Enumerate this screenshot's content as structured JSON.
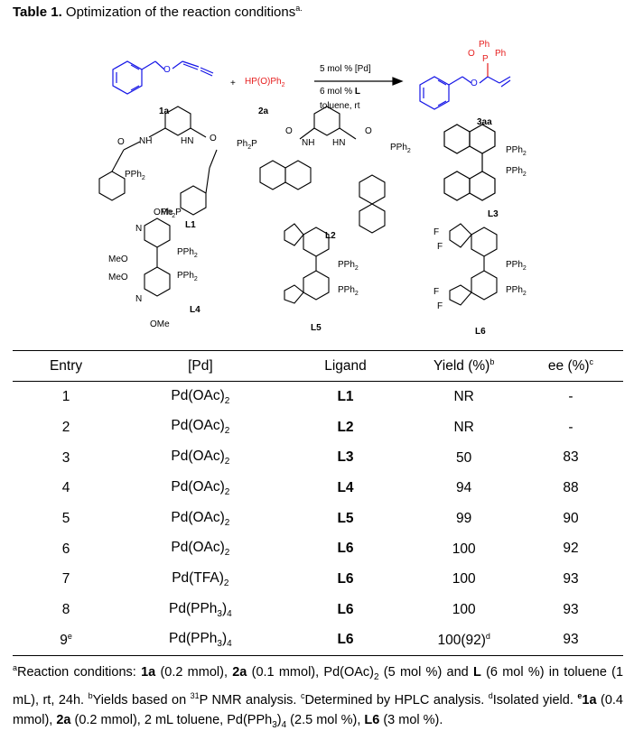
{
  "caption": {
    "label": "Table 1.",
    "text": " Optimization of the reaction conditions",
    "mark": "a."
  },
  "scheme": {
    "reactant1": "1a",
    "plus": "+",
    "reactant2": "HP(O)Ph",
    "reactant2_sub": "2",
    "reactant2_label": "2a",
    "cond1": "5 mol % [Pd]",
    "cond2_prefix": "6 mol % ",
    "cond2_bold": "L",
    "cond3": "toluene, rt",
    "product_label": "3aa",
    "ligands": [
      "L1",
      "L2",
      "L3",
      "L4",
      "L5",
      "L6"
    ]
  },
  "table": {
    "headers": [
      "Entry",
      "[Pd]",
      "Ligand",
      "Yield (%)",
      "ee (%)"
    ],
    "header_marks": [
      "",
      "",
      "",
      "b",
      "c"
    ],
    "rows": [
      {
        "entry": "1",
        "entry_sup": "",
        "pd": "Pd(OAc)",
        "pd_sub": "2",
        "ligand": "L1",
        "yield": "NR",
        "yield_sup": "",
        "ee": "-"
      },
      {
        "entry": "2",
        "entry_sup": "",
        "pd": "Pd(OAc)",
        "pd_sub": "2",
        "ligand": "L2",
        "yield": "NR",
        "yield_sup": "",
        "ee": "-"
      },
      {
        "entry": "3",
        "entry_sup": "",
        "pd": "Pd(OAc)",
        "pd_sub": "2",
        "ligand": "L3",
        "yield": "50",
        "yield_sup": "",
        "ee": "83"
      },
      {
        "entry": "4",
        "entry_sup": "",
        "pd": "Pd(OAc)",
        "pd_sub": "2",
        "ligand": "L4",
        "yield": "94",
        "yield_sup": "",
        "ee": "88"
      },
      {
        "entry": "5",
        "entry_sup": "",
        "pd": "Pd(OAc)",
        "pd_sub": "2",
        "ligand": "L5",
        "yield": "99",
        "yield_sup": "",
        "ee": "90"
      },
      {
        "entry": "6",
        "entry_sup": "",
        "pd": "Pd(OAc)",
        "pd_sub": "2",
        "ligand": "L6",
        "yield": "100",
        "yield_sup": "",
        "ee": "92"
      },
      {
        "entry": "7",
        "entry_sup": "",
        "pd": "Pd(TFA)",
        "pd_sub": "2",
        "ligand": "L6",
        "yield": "100",
        "yield_sup": "",
        "ee": "93"
      },
      {
        "entry": "8",
        "entry_sup": "",
        "pd": "Pd(PPh3)",
        "pd_sub": "4",
        "ligand": "L6",
        "yield": "100",
        "yield_sup": "",
        "ee": "93"
      },
      {
        "entry": "9",
        "entry_sup": "e",
        "pd": "Pd(PPh3)",
        "pd_sub": "4",
        "ligand": "L6",
        "yield": "100(92)",
        "yield_sup": "d",
        "ee": "93"
      }
    ]
  },
  "footnotes": {
    "a": "Reaction conditions: 1a (0.2 mmol), 2a (0.1 mmol), Pd(OAc)2 (5 mol %) and L (6 mol %) in toluene (1 mL), rt, 24h.",
    "b": "Yields based on 31P NMR analysis.",
    "c": "Determined by HPLC analysis.",
    "d": "Isolated yield.",
    "e": "1a (0.4 mmol), 2a (0.2 mmol), 2 mL toluene, Pd(PPh3)4 (2.5 mol %), L6 (3 mol %)."
  }
}
